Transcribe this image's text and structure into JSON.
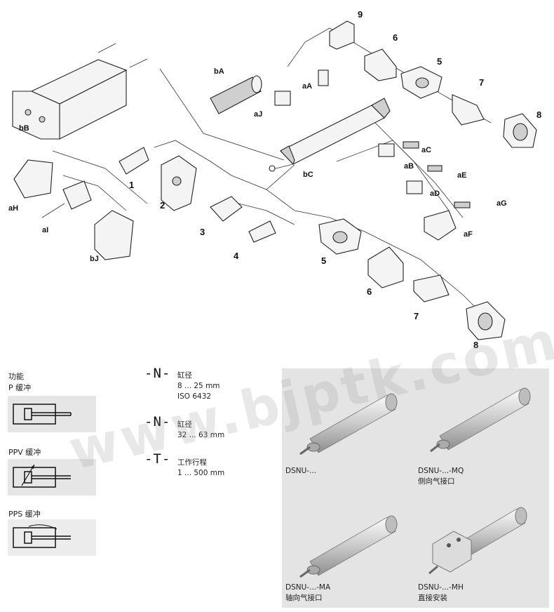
{
  "labels": {
    "9": "9",
    "6": "6",
    "5": "5",
    "7": "7",
    "8": "8",
    "bA": "bA",
    "aA": "aA",
    "aJ": "aJ",
    "bB": "bB",
    "bC": "bC",
    "aC": "aC",
    "aB": "aB",
    "aE": "aE",
    "aD": "aD",
    "aG": "aG",
    "aF": "aF",
    "aH": "aH",
    "aI": "aI",
    "bJ": "bJ",
    "n1": "1",
    "n2": "2",
    "n3": "3",
    "n4": "4",
    "n5b": "5",
    "n6b": "6",
    "n7b": "7",
    "n8b": "8"
  },
  "functions": {
    "heading": "功能",
    "p": "P 缓冲",
    "ppv": "PPV 缓冲",
    "pps": "PPS 缓冲"
  },
  "specs": {
    "s1": {
      "symbol": "-N-",
      "title": "缸径",
      "line1": "8 ... 25 mm",
      "line2": "ISO 6432"
    },
    "s2": {
      "symbol": "-N-",
      "title": "缸径",
      "line1": "32 ... 63 mm"
    },
    "s3": {
      "symbol": "-T-",
      "title": "工作行程",
      "line1": "1 ... 500 mm"
    }
  },
  "variants": {
    "v1": {
      "model": "DSNU-..."
    },
    "v2": {
      "model": "DSNU-...-MQ",
      "desc": "侧向气接口"
    },
    "v3": {
      "model": "DSNU-...-MA",
      "desc": "轴向气接口"
    },
    "v4": {
      "model": "DSNU-...-MH",
      "desc": "直接安装"
    }
  },
  "watermark": "www.bjptk.com"
}
